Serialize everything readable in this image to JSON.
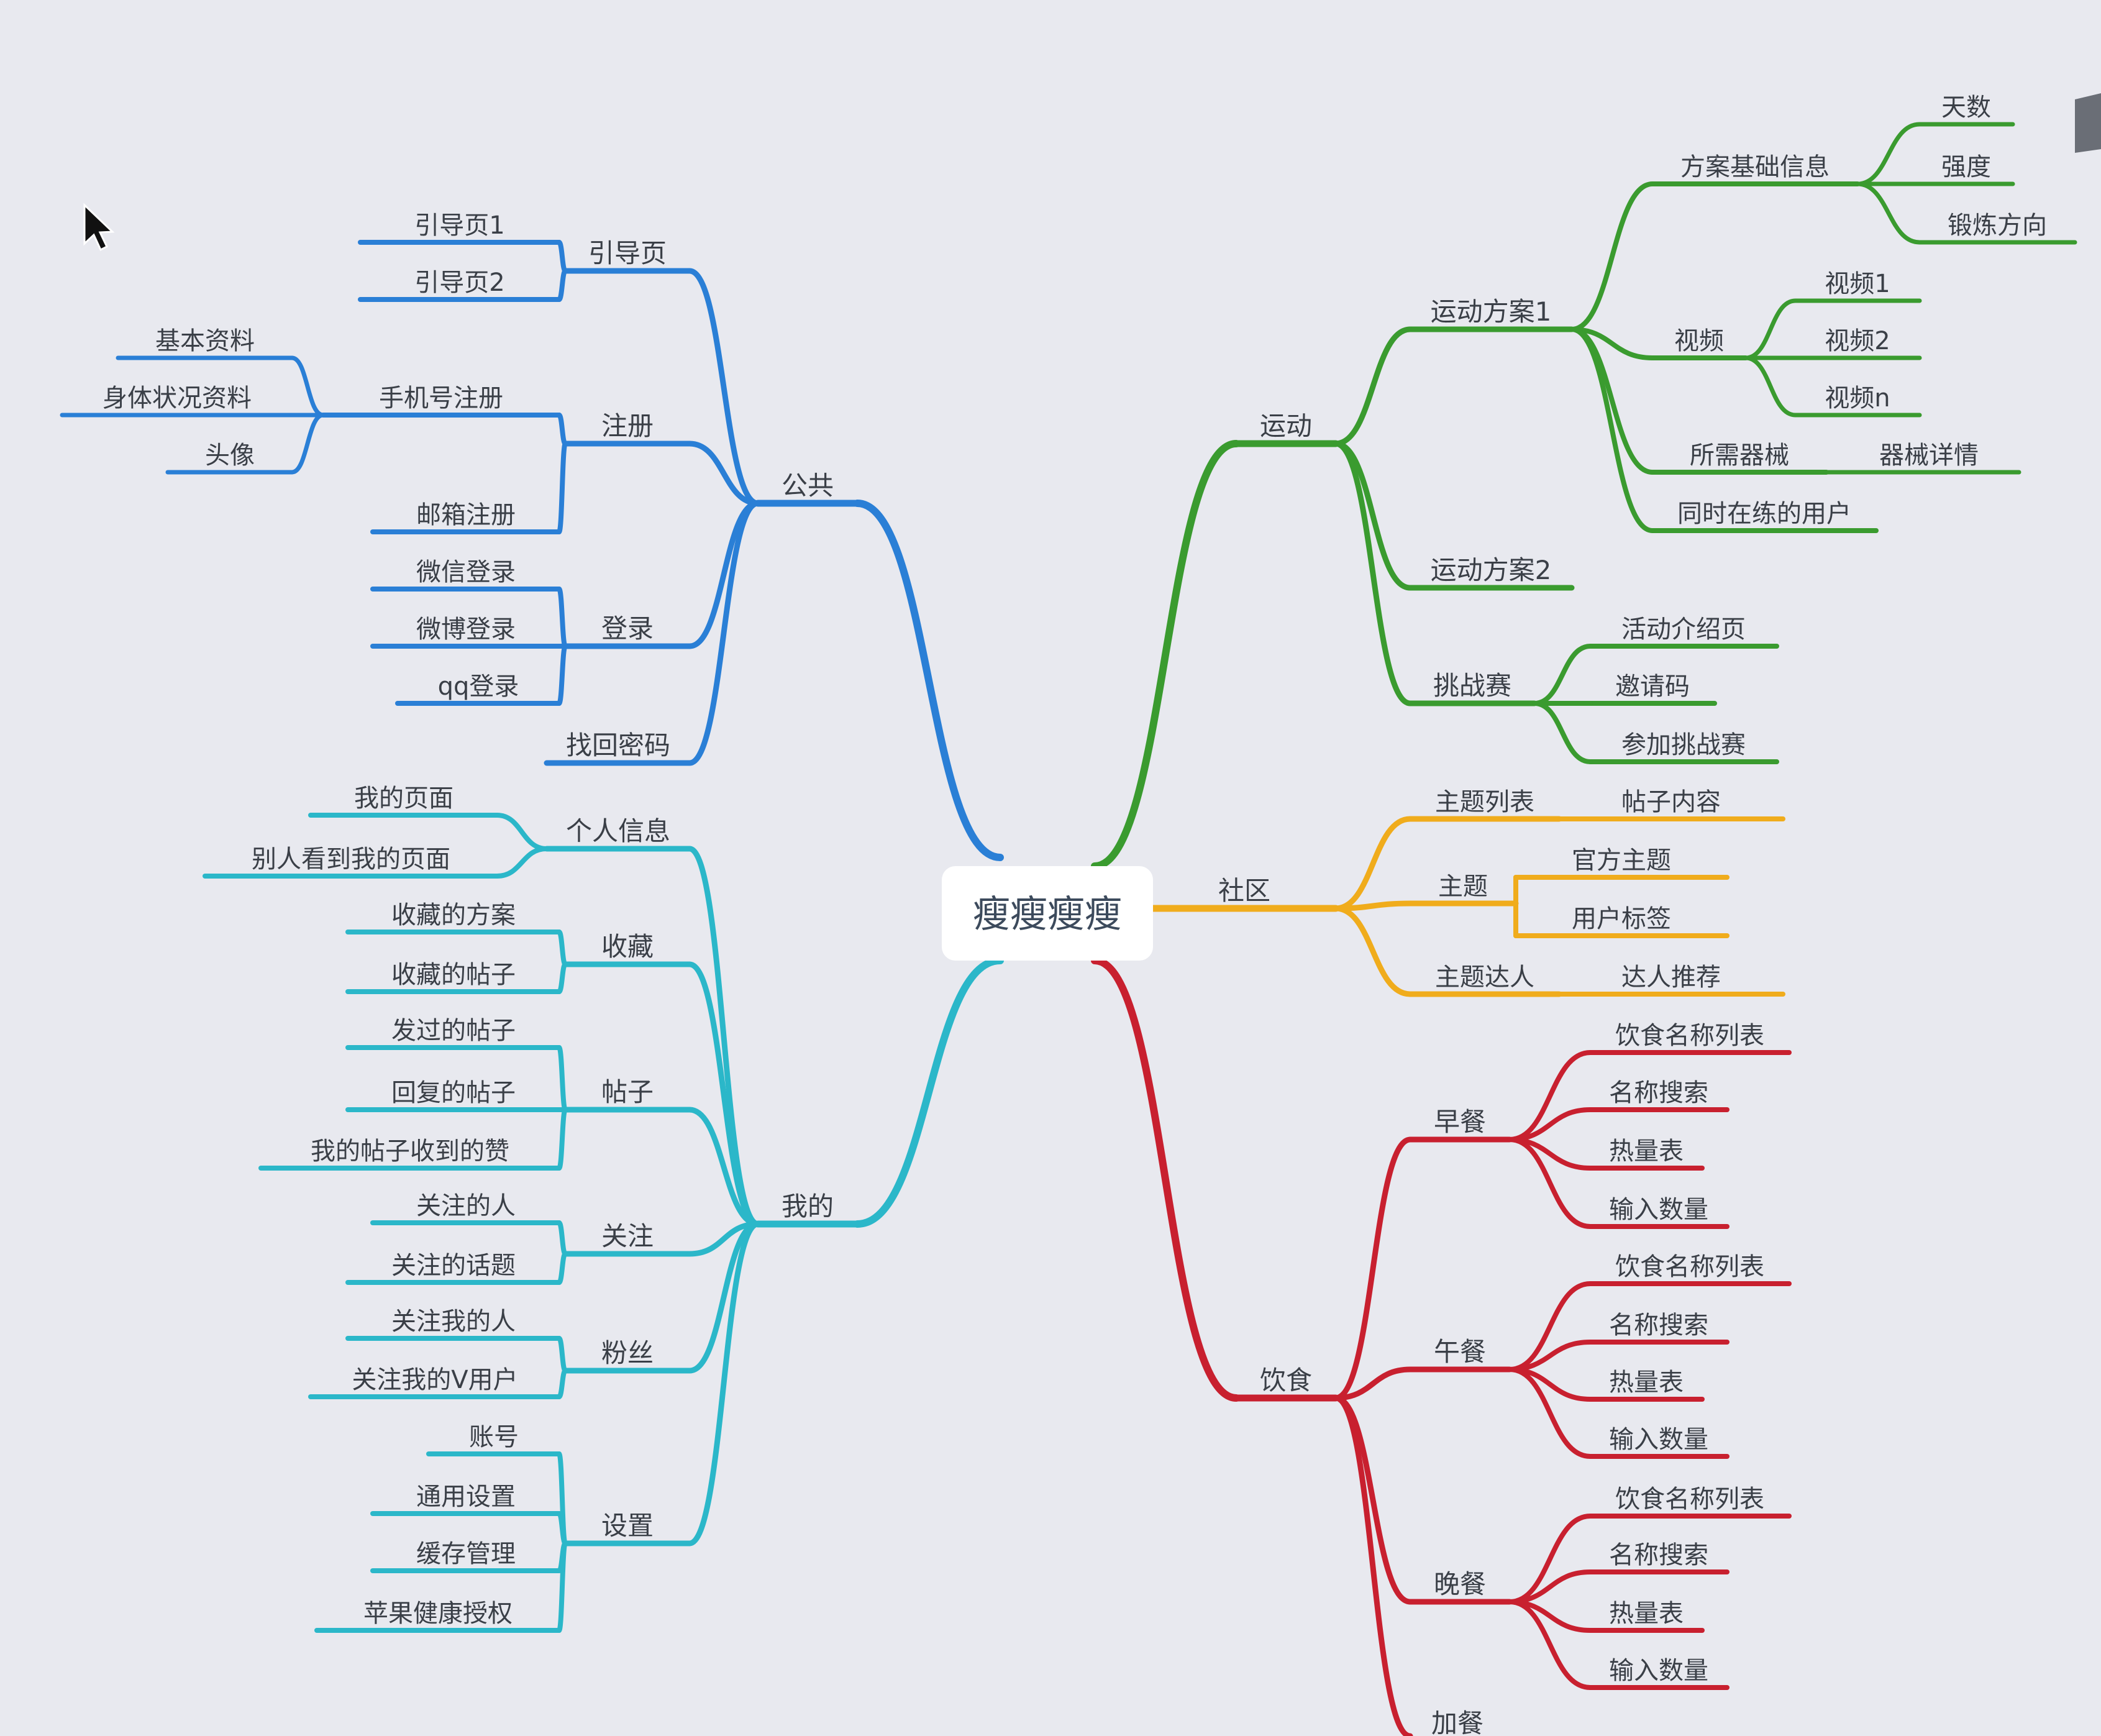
{
  "root": "瘦瘦瘦瘦",
  "colors": {
    "blue": "#2a7fd6",
    "teal": "#2bb7c9",
    "green": "#3a9b2f",
    "orange": "#f0ac1c",
    "red": "#c8202f",
    "background": "#e8e9ef"
  },
  "branches": {
    "gonggong": {
      "label": "公共",
      "children": {
        "yindaoye": {
          "label": "引导页",
          "children": [
            "引导页1",
            "引导页2"
          ]
        },
        "zhuce": {
          "label": "注册",
          "shouji": {
            "label": "手机号注册",
            "children": [
              "基本资料",
              "身体状况资料",
              "头像"
            ]
          },
          "youxiang": "邮箱注册"
        },
        "denglu": {
          "label": "登录",
          "children": [
            "微信登录",
            "微博登录",
            "qq登录"
          ]
        },
        "zhaohui": "找回密码"
      }
    },
    "wode": {
      "label": "我的",
      "children": {
        "geren": {
          "label": "个人信息",
          "children": [
            "我的页面",
            "别人看到我的页面"
          ]
        },
        "shoucang": {
          "label": "收藏",
          "children": [
            "收藏的方案",
            "收藏的帖子"
          ]
        },
        "tiezi": {
          "label": "帖子",
          "children": [
            "发过的帖子",
            "回复的帖子",
            "我的帖子收到的赞"
          ]
        },
        "guanzhu": {
          "label": "关注",
          "children": [
            "关注的人",
            "关注的话题"
          ]
        },
        "fensi": {
          "label": "粉丝",
          "children": [
            "关注我的人",
            "关注我的V用户"
          ]
        },
        "shezhi": {
          "label": "设置",
          "children": [
            "账号",
            "通用设置",
            "缓存管理",
            "苹果健康授权"
          ]
        }
      }
    },
    "yundong": {
      "label": "运动",
      "children": {
        "fangan1": {
          "label": "运动方案1",
          "jichu": {
            "label": "方案基础信息",
            "children": [
              "天数",
              "强度",
              "锻炼方向"
            ]
          },
          "shipin": {
            "label": "视频",
            "children": [
              "视频1",
              "视频2",
              "视频n"
            ]
          },
          "qixie": {
            "label": "所需器械",
            "children": [
              "器械详情"
            ]
          },
          "tongshi": "同时在练的用户"
        },
        "fangan2": "运动方案2",
        "tiaozhan": {
          "label": "挑战赛",
          "children": [
            "活动介绍页",
            "邀请码",
            "参加挑战赛"
          ]
        }
      }
    },
    "shequ": {
      "label": "社区",
      "children": {
        "liebiao": {
          "label": "主题列表",
          "children": [
            "帖子内容"
          ]
        },
        "zhuti": {
          "label": "主题",
          "children": [
            "官方主题",
            "用户标签"
          ]
        },
        "daren": {
          "label": "主题达人",
          "children": [
            "达人推荐"
          ]
        }
      }
    },
    "yinshi": {
      "label": "饮食",
      "children": {
        "zaocan": {
          "label": "早餐",
          "children": [
            "饮食名称列表",
            "名称搜索",
            "热量表",
            "输入数量"
          ]
        },
        "wucan": {
          "label": "午餐",
          "children": [
            "饮食名称列表",
            "名称搜索",
            "热量表",
            "输入数量"
          ]
        },
        "wancan": {
          "label": "晚餐",
          "children": [
            "饮食名称列表",
            "名称搜索",
            "热量表",
            "输入数量"
          ]
        },
        "jiacan": "加餐"
      }
    }
  }
}
